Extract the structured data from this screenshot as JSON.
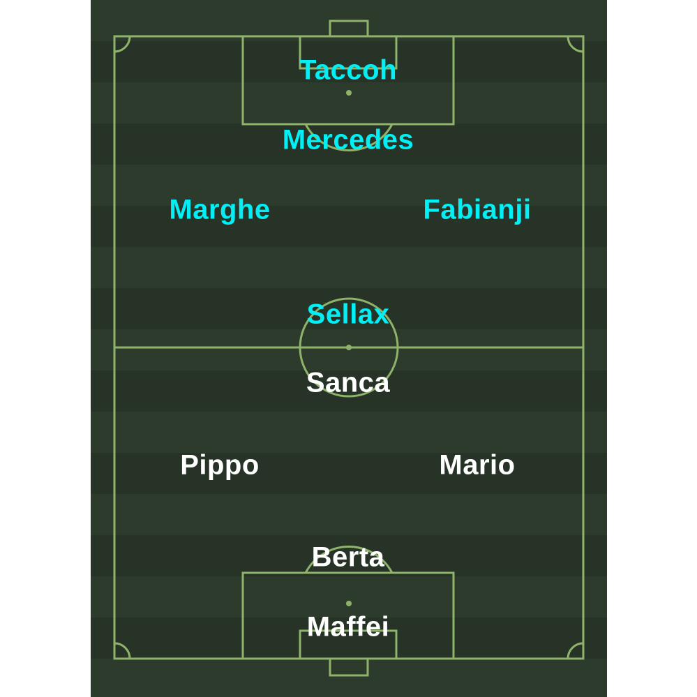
{
  "colors": {
    "pitch_dark": "#263326",
    "pitch_light": "#2d3b2d",
    "lines": "#8fb36a",
    "away_team": "#00f0f5",
    "home_team": "#ffffff"
  },
  "away_team": {
    "players": [
      {
        "name": "Taccoh"
      },
      {
        "name": "Mercedes"
      },
      {
        "name": "Marghe"
      },
      {
        "name": "Fabianji"
      },
      {
        "name": "Sellax"
      }
    ]
  },
  "home_team": {
    "players": [
      {
        "name": "Sanca"
      },
      {
        "name": "Pippo"
      },
      {
        "name": "Mario"
      },
      {
        "name": "Berta"
      },
      {
        "name": "Maffei"
      }
    ]
  }
}
